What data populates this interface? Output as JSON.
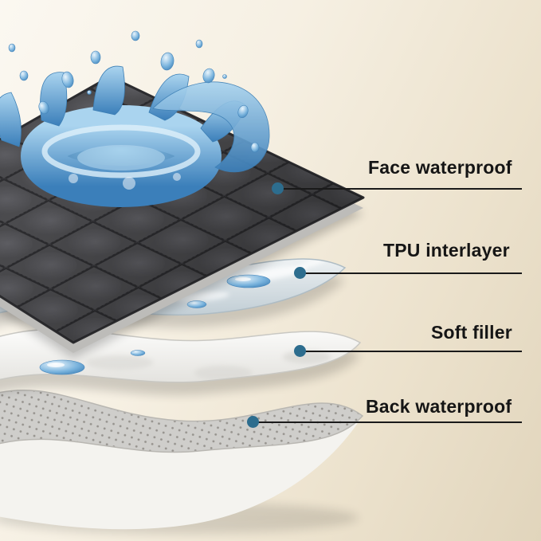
{
  "callouts": [
    {
      "label": "Face waterproof"
    },
    {
      "label": "TPU interlayer"
    },
    {
      "label": "Soft filler"
    },
    {
      "label": "Back waterproof"
    }
  ],
  "colors": {
    "background_light": "#fbf8f1",
    "background_dark": "#e1d5bc",
    "leader_dot": "#2d6d8e",
    "leader_line": "#1a1a1a",
    "face_layer": "#4b4b4e",
    "water_blue": "#4a8cc6"
  }
}
